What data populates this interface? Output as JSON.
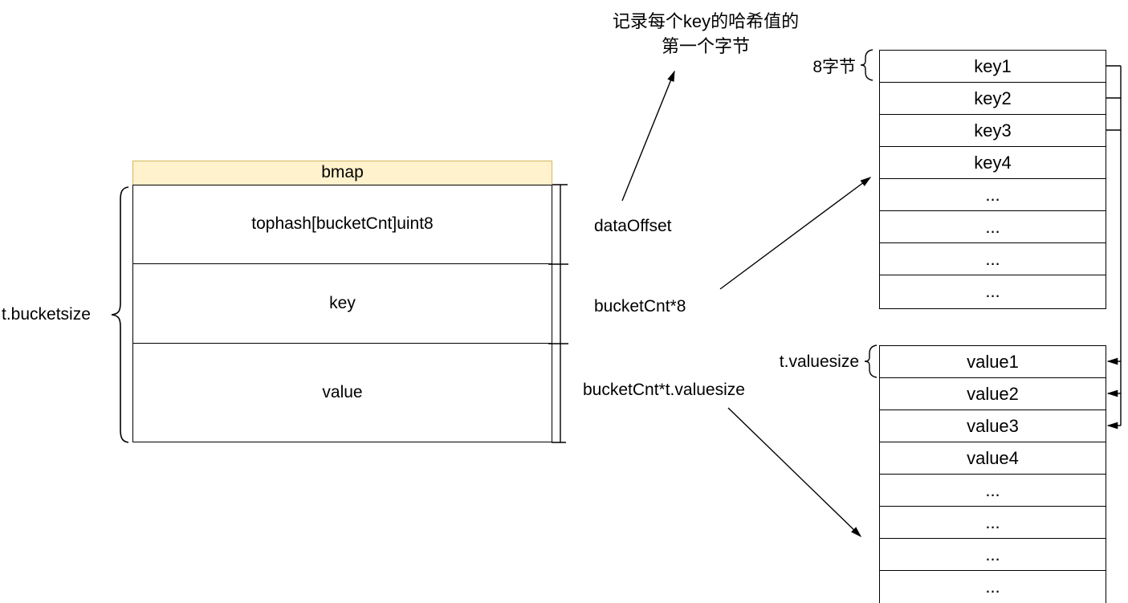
{
  "annotation": {
    "line1": "记录每个key的哈希值的",
    "line2": "第一个字节"
  },
  "bmap": {
    "title": "bmap",
    "rows": [
      "tophash[bucketCnt]uint8",
      "key",
      "value"
    ],
    "size_label": "t.bucketsize",
    "header_fill": "#FFF2CC",
    "header_stroke": "#D6B656"
  },
  "offsets": {
    "data_offset": "dataOffset",
    "bucket_cnt_8": "bucketCnt*8",
    "bucket_cnt_valuesize": "bucketCnt*t.valuesize"
  },
  "key_table": {
    "size_label": "8字节",
    "rows": [
      "key1",
      "key2",
      "key3",
      "key4",
      "...",
      "...",
      "...",
      "..."
    ]
  },
  "value_table": {
    "size_label": "t.valuesize",
    "rows": [
      "value1",
      "value2",
      "value3",
      "value4",
      "...",
      "...",
      "...",
      "..."
    ]
  },
  "colors": {
    "line": "#000000",
    "background": "#ffffff"
  }
}
